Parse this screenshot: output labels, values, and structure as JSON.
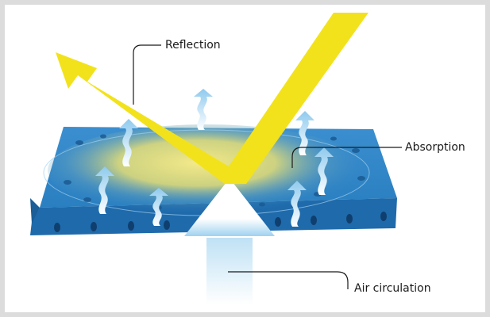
{
  "labels": {
    "reflection": "Reflection",
    "absorption": "Absorption",
    "air_circulation": "Air circulation"
  },
  "colors": {
    "background_frame": "#dcdcdc",
    "canvas": "#ffffff",
    "panel_blue": "#2f86c6",
    "panel_edge": "#1f5f99",
    "sun_ray": "#f2e21c",
    "heat_glow": "#efe27a",
    "vapor_arrow": "#a9d7f2",
    "air_arrow": "#c6e5f6",
    "callout_line": "#1a1a1a"
  },
  "icons": {
    "ray": "sun-ray-arrow",
    "vapor": "wavy-vapor-arrow",
    "air": "air-flow-arrow"
  }
}
